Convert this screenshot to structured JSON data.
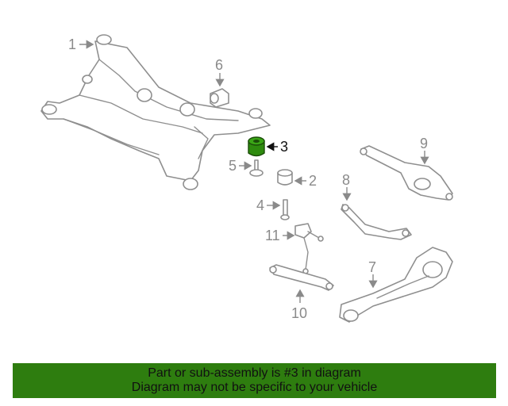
{
  "callouts": {
    "c1": "1",
    "c2": "2",
    "c3": "3",
    "c4": "4",
    "c5": "5",
    "c6": "6",
    "c7": "7",
    "c8": "8",
    "c9": "9",
    "c10": "10",
    "c11": "11"
  },
  "highlight": {
    "part_number": "3",
    "color": "#2e8b0e"
  },
  "banner": {
    "line1": "Part or sub-assembly is #3 in diagram",
    "line2": "Diagram may not be specific to your vehicle",
    "background": "#2e7d0f"
  }
}
